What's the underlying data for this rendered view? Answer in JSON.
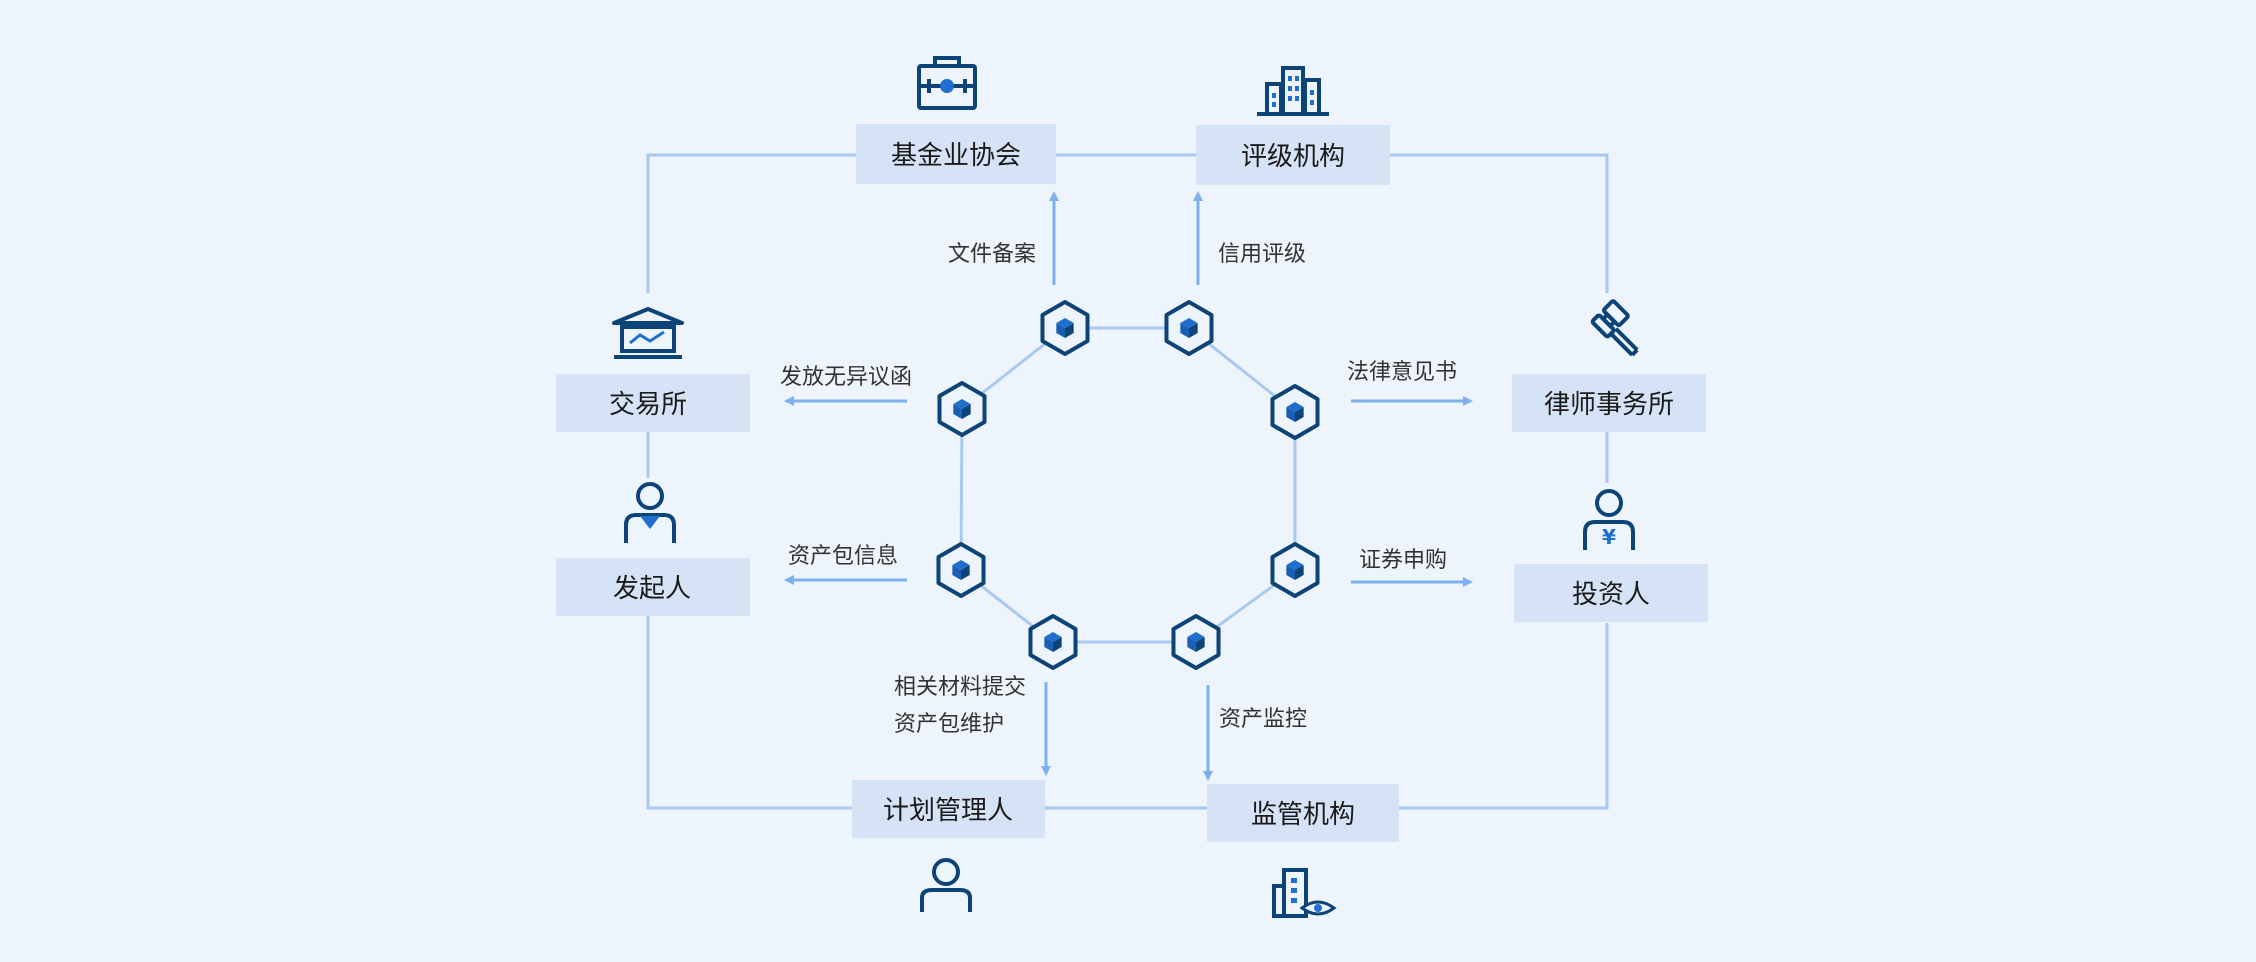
{
  "colors": {
    "background": "#eef4fb",
    "box_fill": "#d6e3f6",
    "line": "#a9c9f1",
    "arrow": "#7fb0ee",
    "icon_dark": "#0d4478",
    "icon_accent": "#1f6fce",
    "text": "#1a1a1a",
    "label_text": "#333333"
  },
  "entities": {
    "fund_association": {
      "label": "基金业协会",
      "icon": "briefcase-icon"
    },
    "rating_agency": {
      "label": "评级机构",
      "icon": "office-buildings-icon"
    },
    "exchange": {
      "label": "交易所",
      "icon": "exchange-building-icon"
    },
    "law_firm": {
      "label": "律师事务所",
      "icon": "gavel-icon"
    },
    "originator": {
      "label": "发起人",
      "icon": "person-tie-icon"
    },
    "investor": {
      "label": "投资人",
      "icon": "person-yen-icon"
    },
    "plan_manager": {
      "label": "计划管理人",
      "icon": "person-icon"
    },
    "regulator": {
      "label": "监管机构",
      "icon": "building-eye-icon"
    }
  },
  "flows": {
    "file_filing": "文件备案",
    "credit_rating": "信用评级",
    "no_objection_letter": "发放无异议函",
    "legal_opinion": "法律意见书",
    "asset_pool_info": "资产包信息",
    "subscription": "证券申购",
    "materials_submission": "相关材料提交",
    "asset_pool_maintenance": "资产包维护",
    "asset_monitoring": "资产监控"
  },
  "blockchain_ring": {
    "node_icon": "cube-icon",
    "node_count": 8
  }
}
